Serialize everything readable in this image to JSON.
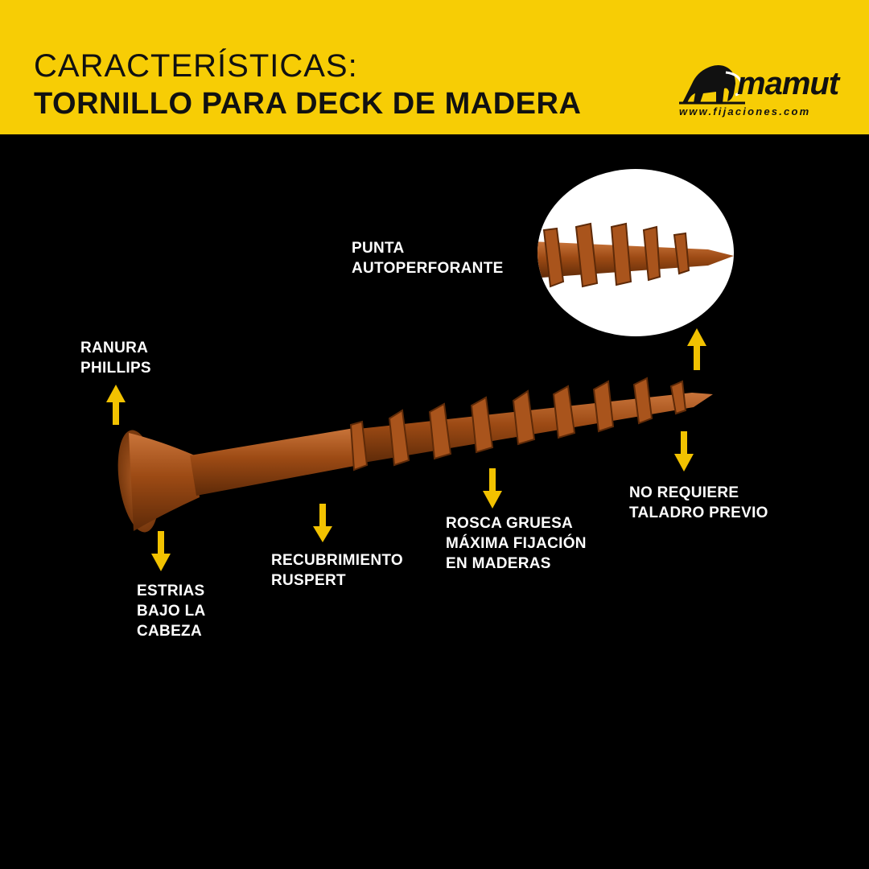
{
  "header": {
    "title_line1": "CARACTERÍSTICAS:",
    "title_line2": "TORNILLO PARA DECK DE MADERA",
    "background": "#f7cd05"
  },
  "logo": {
    "brand": "mamut",
    "url": "www.fijaciones.com",
    "icon": "mammoth-icon"
  },
  "callouts": {
    "punta": [
      "PUNTA",
      "AUTOPERFORANTE"
    ],
    "ranura": [
      "RANURA",
      "PHILLIPS"
    ],
    "estrias": [
      "ESTRIAS",
      "BAJO LA",
      "CABEZA"
    ],
    "recubrimiento": [
      "RECUBRIMIENTO",
      "RUSPERT"
    ],
    "rosca": [
      "ROSCA GRUESA",
      "MÁXIMA FIJACIÓN",
      "EN MADERAS"
    ],
    "taladro": [
      "NO REQUIERE",
      "TALADRO PREVIO"
    ]
  },
  "colors": {
    "arrow": "#f2c200",
    "screw": "#9c4a14",
    "screw_highlight": "#c9743a",
    "screw_shadow": "#5e2a08"
  }
}
